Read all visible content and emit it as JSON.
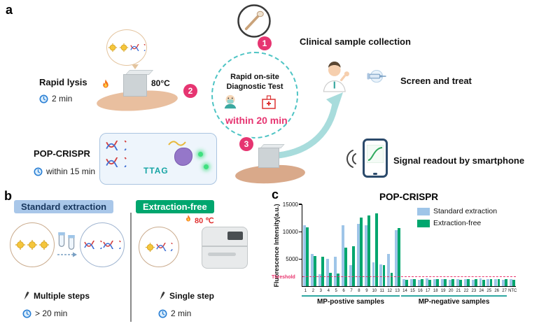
{
  "panel_a": {
    "label": "a",
    "rapid_lysis_title": "Rapid lysis",
    "rapid_lysis_time": "2 min",
    "temp": "80°C",
    "step1_num": "1",
    "step2_num": "2",
    "step3_num": "3",
    "clinical_label": "Clinical sample collection",
    "center_line1": "Rapid on-site",
    "center_line2": "Diagnostic Test",
    "within_label": "within  20 min",
    "pop_title": "POP-CRISPR",
    "pop_time": "within 15 min",
    "ttag": "TTAG",
    "screen_treat": "Screen and treat",
    "signal_readout": "Signal readout by smartphone"
  },
  "panel_b": {
    "label": "b",
    "standard_header": "Standard extraction",
    "free_header": "Extraction-free",
    "standard_steps": "Multiple steps",
    "standard_time": "> 20 min",
    "free_steps": "Single step",
    "free_time": "2 min",
    "free_temp": "80 ℃"
  },
  "panel_c": {
    "label": "c"
  },
  "chart_data": {
    "type": "bar",
    "title": "POP-CRISPR",
    "ylabel": "Fluorescence Intensity(a.u.)",
    "xlabel": "",
    "ylim": [
      0,
      15000
    ],
    "yticks": [
      5000,
      10000,
      15000
    ],
    "grid": false,
    "legend_position": "top-right",
    "threshold": {
      "label": "Threshold",
      "value": 1600,
      "color": "#e8336d"
    },
    "categories": [
      "1",
      "2",
      "3",
      "4",
      "5",
      "6",
      "7",
      "8",
      "9",
      "10",
      "11",
      "12",
      "13",
      "14",
      "15",
      "16",
      "17",
      "18",
      "19",
      "20",
      "21",
      "22",
      "23",
      "24",
      "25",
      "26",
      "27",
      "NTC"
    ],
    "series": [
      {
        "name": "Standard extraction",
        "color": "#9fc5e8",
        "values": [
          11000,
          5800,
          2100,
          5000,
          5300,
          11000,
          3800,
          11300,
          11000,
          4300,
          4000,
          5800,
          10200,
          1300,
          1250,
          1200,
          1350,
          1250,
          1300,
          1200,
          1250,
          1300,
          1200,
          1350,
          1250,
          1300,
          1200,
          1250
        ]
      },
      {
        "name": "Extraction-free",
        "color": "#00a66e",
        "values": [
          10700,
          5500,
          5300,
          2400,
          2300,
          7000,
          7300,
          12500,
          12900,
          13200,
          3800,
          2400,
          10600,
          1200,
          1300,
          1250,
          1200,
          1300,
          1250,
          1300,
          1200,
          1250,
          1300,
          1200,
          1300,
          1250,
          1300,
          1200
        ]
      }
    ],
    "x_groups": [
      {
        "label": "MP-postive samples",
        "from": 0,
        "to": 12
      },
      {
        "label": "MP-negative samples",
        "from": 13,
        "to": 26
      }
    ]
  }
}
